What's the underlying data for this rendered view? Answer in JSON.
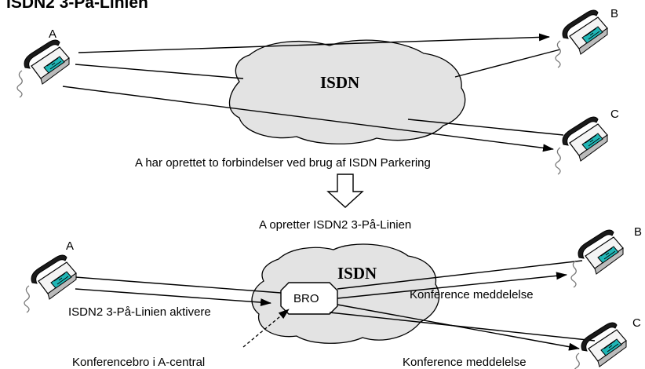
{
  "title": "ISDN2 3-På-Linien",
  "cloud_label": "ISDN",
  "top": {
    "node_a": "A",
    "node_b": "B",
    "node_c": "C",
    "caption": "A har oprettet to forbindelser ved brug af ISDN Parkering"
  },
  "step_label": "A opretter ISDN2 3-På-Linien",
  "bottom": {
    "node_a": "A",
    "node_b": "B",
    "node_c": "C",
    "bridge_label": "BRO",
    "activate_label": "ISDN2 3-På-Linien aktivere",
    "bridge_note": "Konferencebro i A-central",
    "conference_msg_b": "Konference meddelelse",
    "conference_msg_c": "Konference meddelelse"
  },
  "colors": {
    "cloud_fill": "#e3e3e3",
    "phone_body": "#1a1a1a",
    "phone_keys": "#20b6b6",
    "line": "#000000"
  },
  "icons": [
    "telephone-icon",
    "down-arrow-icon",
    "cloud-shape"
  ]
}
